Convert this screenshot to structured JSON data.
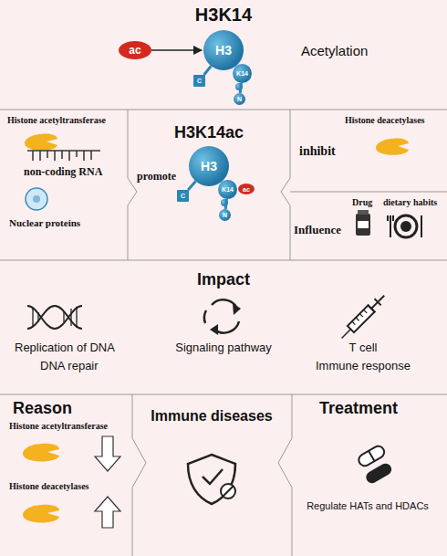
{
  "diagram": {
    "title": "H3K14",
    "nodes": [
      {
        "text": [
          "ac"
        ]
      },
      {
        "text": [
          "H3"
        ]
      },
      {
        "text": [
          "C"
        ]
      },
      {
        "text": [
          "K14"
        ]
      },
      {
        "text": [
          "N"
        ]
      },
      {
        "text": [
          "H3"
        ]
      },
      {
        "text": [
          "C"
        ]
      },
      {
        "text": [
          "K14"
        ]
      },
      {
        "text": [
          "ac"
        ]
      },
      {
        "text": [
          "N"
        ]
      }
    ],
    "edges": [
      {
        "from": 0,
        "to": 1,
        "arrow": "to"
      },
      {
        "from": 1,
        "to": 2,
        "arrow": "none"
      },
      {
        "from": 1,
        "to": 3,
        "arrow": "none"
      },
      {
        "from": 3,
        "to": 4,
        "arrow": "none"
      },
      {
        "from": 5,
        "to": 6,
        "arrow": "none"
      },
      {
        "from": 5,
        "to": 7,
        "arrow": "none"
      },
      {
        "from": 7,
        "to": 9,
        "arrow": "none"
      }
    ],
    "labels": [
      "Acetylation",
      "Histone acetyltransferase",
      "non-coding RNA",
      "Nuclear proteins",
      "promote",
      "H3K14ac",
      "inhibit",
      "Histone deacetylases",
      "Influence",
      "Drug",
      "dietary habits",
      "Impact",
      "Replication of DNA",
      "DNA repair",
      "Signaling pathway",
      "T cell",
      "Immune response",
      "Reason",
      "Histone acetyltransferase",
      "Histone deacetylases",
      "Immune diseases",
      "Treatment",
      "Regulate HATs and HDACs"
    ]
  }
}
